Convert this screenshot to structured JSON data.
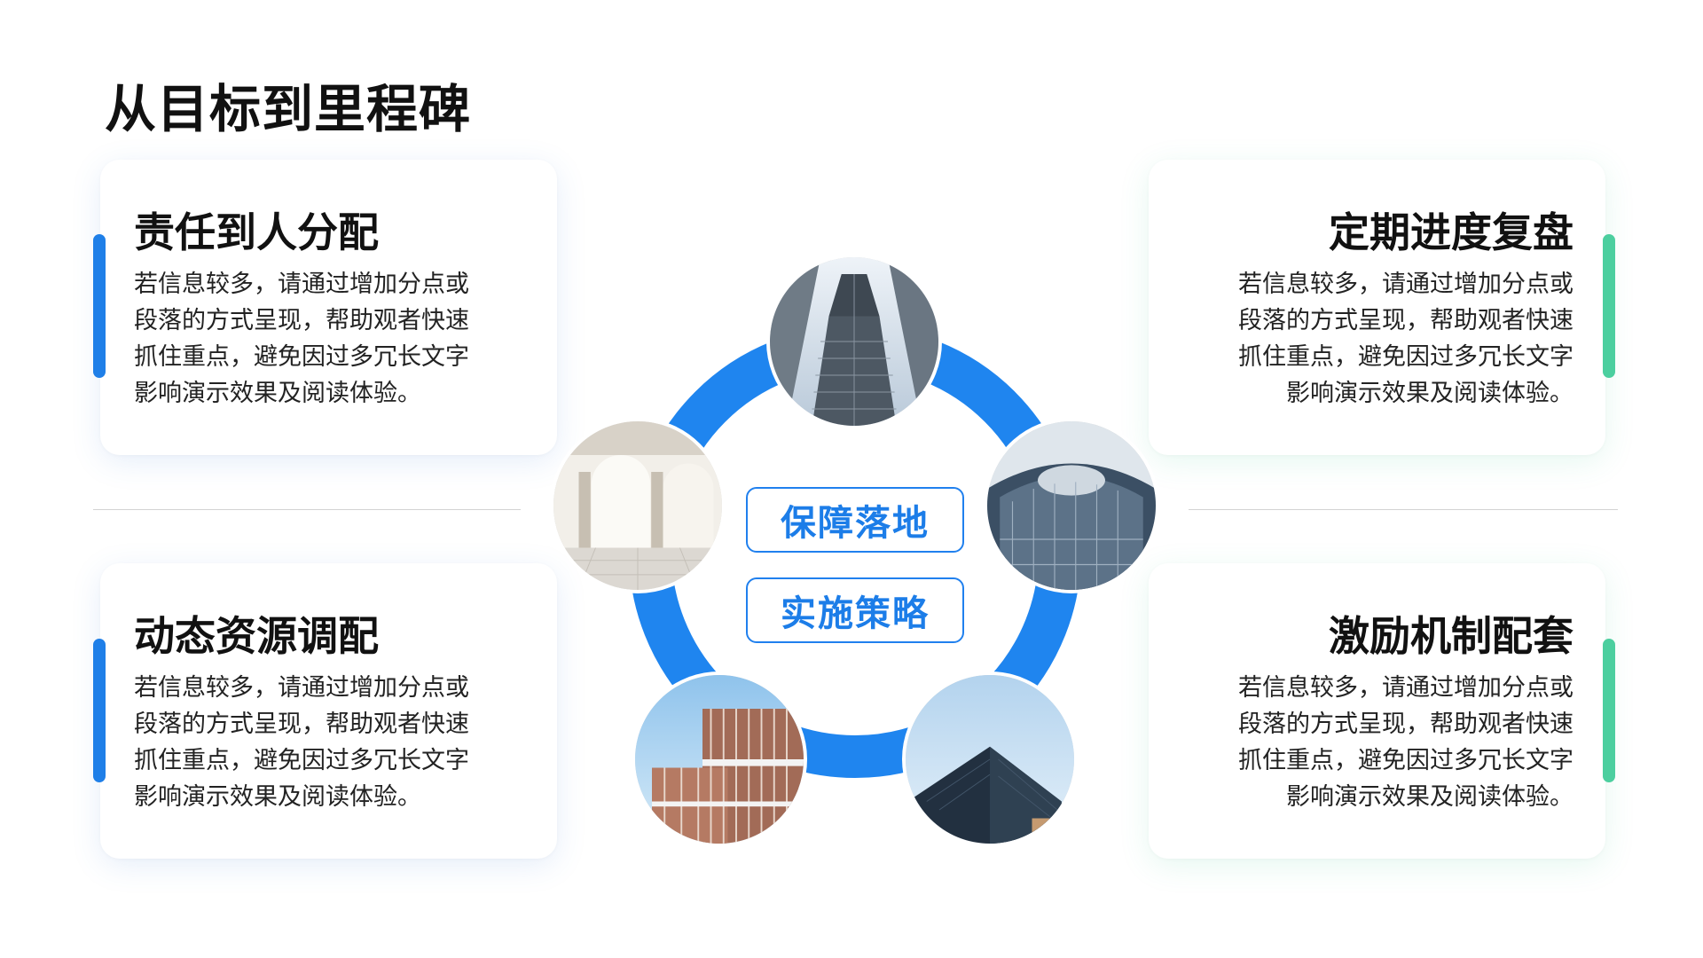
{
  "title": "从目标到里程碑",
  "center": {
    "line1": "保障落地",
    "line2": "实施策略",
    "ring_color": "#1f85ef"
  },
  "accent_colors": {
    "blue": "#1f7fe8",
    "green": "#4ccf9f"
  },
  "cards": [
    {
      "heading": "责任到人分配",
      "body": "若信息较多，请通过增加分点或段落的方式呈现，帮助观者快速抓住重点，避免因过多冗长文字影响演示效果及阅读体验。"
    },
    {
      "heading": "定期进度复盘",
      "body": "若信息较多，请通过增加分点或段落的方式呈现，帮助观者快速抓住重点，避免因过多冗长文字影响演示效果及阅读体验。"
    },
    {
      "heading": "动态资源调配",
      "body": "若信息较多，请通过增加分点或段落的方式呈现，帮助观者快速抓住重点，避免因过多冗长文字影响演示效果及阅读体验。"
    },
    {
      "heading": "激励机制配套",
      "body": "若信息较多，请通过增加分点或段落的方式呈现，帮助观者快速抓住重点，避免因过多冗长文字影响演示效果及阅读体验。"
    }
  ],
  "photos": [
    "skyscraper-up-view",
    "classical-arches-hall",
    "curved-glass-facade",
    "wooden-slat-facade",
    "angled-dark-roof"
  ]
}
